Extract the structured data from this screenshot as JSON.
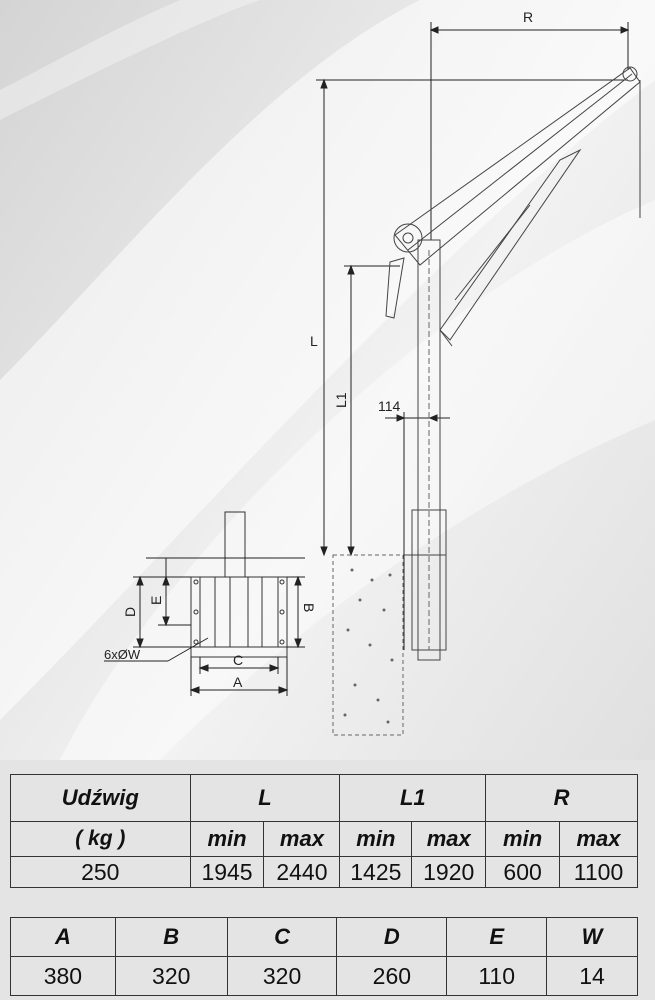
{
  "drawing": {
    "labels": {
      "R": "R",
      "L": "L",
      "L1": "L1",
      "offset": "114",
      "D": "D",
      "E": "E",
      "B": "B",
      "C": "C",
      "A": "A",
      "holes": "6xØW"
    }
  },
  "spec_table": {
    "capacity_label": "Udźwig",
    "capacity_unit": "( kg )",
    "groups": [
      "L",
      "L1",
      "R"
    ],
    "min_label": "min",
    "max_label": "max",
    "row": {
      "capacity": "250",
      "L_min": "1945",
      "L_max": "2440",
      "L1_min": "1425",
      "L1_max": "1920",
      "R_min": "600",
      "R_max": "1100"
    }
  },
  "dimension_table": {
    "headers": [
      "A",
      "B",
      "C",
      "D",
      "E",
      "W"
    ],
    "values": [
      "380",
      "320",
      "320",
      "260",
      "110",
      "14"
    ]
  }
}
